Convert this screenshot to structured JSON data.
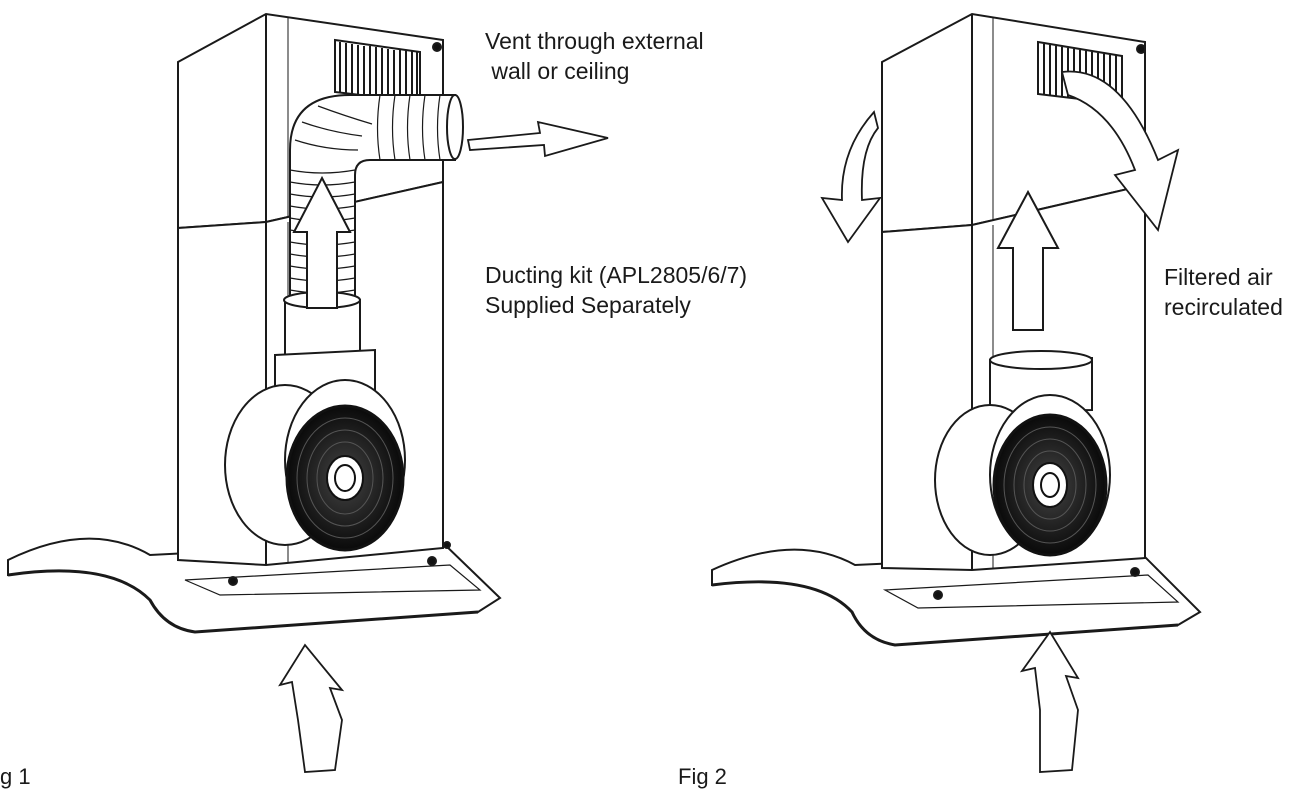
{
  "figure1": {
    "label": "g 1",
    "vent_label_line1": "Vent through external",
    "vent_label_line2": " wall or ceiling",
    "ducting_label_line1": "Ducting kit (APL2805/6/7)",
    "ducting_label_line2": "Supplied Separately"
  },
  "figure2": {
    "label": "Fig 2",
    "filtered_label_line1": "Filtered air",
    "filtered_label_line2": "recirculated"
  },
  "colors": {
    "line": "#1a1a1a",
    "fill": "#ffffff",
    "dark": "#111111"
  }
}
